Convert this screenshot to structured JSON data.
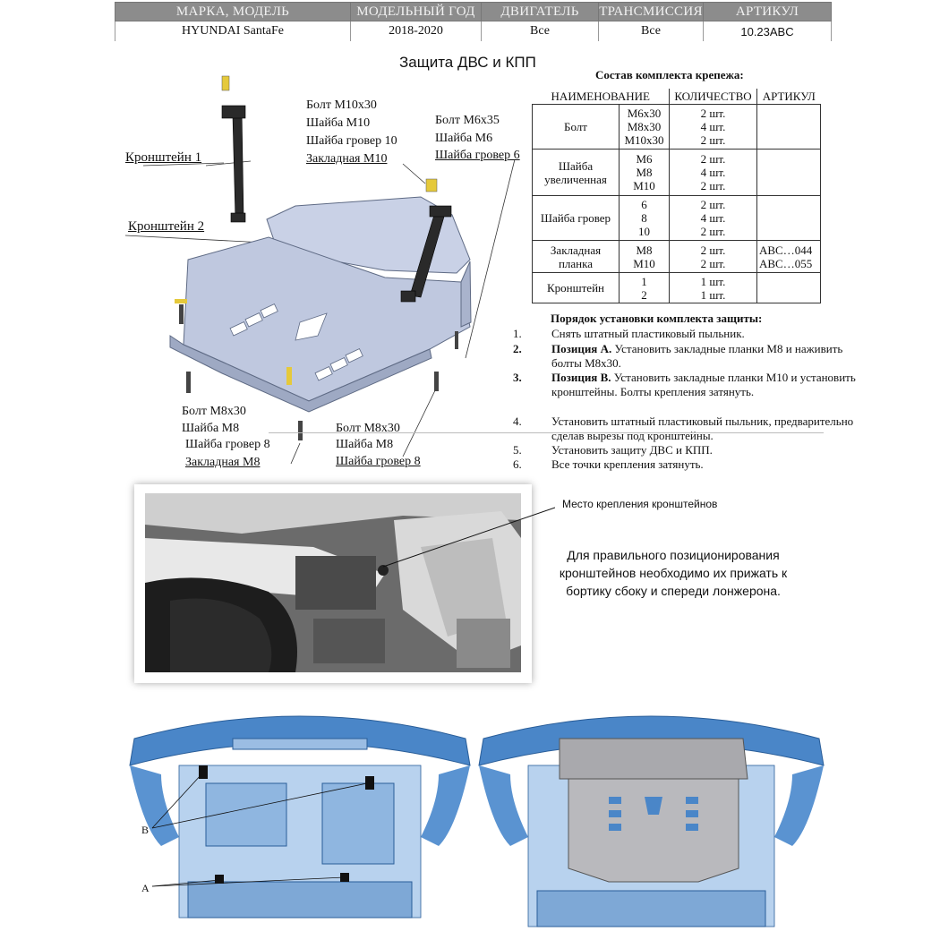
{
  "header": {
    "columns": [
      "МАРКА, МОДЕЛЬ",
      "МОДЕЛЬНЫЙ ГОД",
      "ДВИГАТЕЛЬ",
      "ТРАНСМИССИЯ",
      "АРТИКУЛ"
    ],
    "row": [
      "HYUNDAI SantaFe",
      "2018-2020",
      "Все",
      "Все",
      "10.23ABC"
    ]
  },
  "title": "Защита ДВС и КПП",
  "kit": {
    "title": "Состав комплекта крепежа:",
    "columns": [
      "НАИМЕНОВАНИЕ",
      "КОЛИЧЕСТВО",
      "АРТИКУЛ"
    ],
    "rows": [
      {
        "name": "Болт",
        "sizes": "М6х30\nМ8х30\nМ10х30",
        "qty": "2 шт.\n4 шт.\n2 шт.",
        "art": ""
      },
      {
        "name": "Шайба\nувеличенная",
        "sizes": "М6\nМ8\nМ10",
        "qty": "2 шт.\n4 шт.\n2 шт.",
        "art": ""
      },
      {
        "name": "Шайба гровер",
        "sizes": "6\n8\n10",
        "qty": "2 шт.\n4 шт.\n2 шт.",
        "art": ""
      },
      {
        "name": "Закладная\nпланка",
        "sizes": "М8\nМ10",
        "qty": "2 шт.\n2 шт.",
        "art": "АВС…044\nАВС…055"
      },
      {
        "name": "Кронштейн",
        "sizes": "1\n2",
        "qty": "1 шт.\n1 шт.",
        "art": ""
      }
    ]
  },
  "install": {
    "title": "Порядок установки комплекта защиты:",
    "steps": [
      {
        "num": "1.",
        "bold": "",
        "text": "Снять штатный пластиковый пыльник."
      },
      {
        "num": "2.",
        "bold": "Позиция А.",
        "text": " Установить закладные планки М8 и наживить болты М8х30."
      },
      {
        "num": "3.",
        "bold": "Позиция В.",
        "text": " Установить закладные планки М10 и установить кронштейны. Болты крепления затянуть."
      },
      {
        "num": "4.",
        "bold": "",
        "text": "Установить штатный пластиковый пыльник, предварительно сделав вырезы под кронштейны."
      },
      {
        "num": "5.",
        "bold": "",
        "text": "Установить защиту ДВС и КПП."
      },
      {
        "num": "6.",
        "bold": "",
        "text": "Все точки крепления затянуть."
      }
    ]
  },
  "callouts": {
    "bracket1": "Кронштейн 1",
    "bracket2": "Кронштейн 2",
    "group_m10": [
      "Болт М10х30",
      "Шайба М10",
      "Шайба гровер 10",
      "Закладная М10"
    ],
    "group_m6": [
      "Болт М6х35",
      "Шайба М6",
      "Шайба гровер 6"
    ],
    "group_m8a": [
      "Болт М8х30",
      "Шайба М8",
      "Шайба гровер 8",
      "Закладная М8"
    ],
    "group_m8b": [
      "Болт М8х30",
      "Шайба М8",
      "Шайба гровер 8"
    ]
  },
  "photo": {
    "mount_label": "Место крепления кронштейнов",
    "note": "Для правильного позиционирования кронштейнов необходимо их прижать к бортику сбоку и спереди лонжерона."
  },
  "bottom": {
    "label_b": "B",
    "label_a": "A"
  },
  "colors": {
    "header_bg": "#8c8c8c",
    "plate": "#c7cfe4",
    "bumper": "#4a86c8",
    "brace": "#111111"
  }
}
